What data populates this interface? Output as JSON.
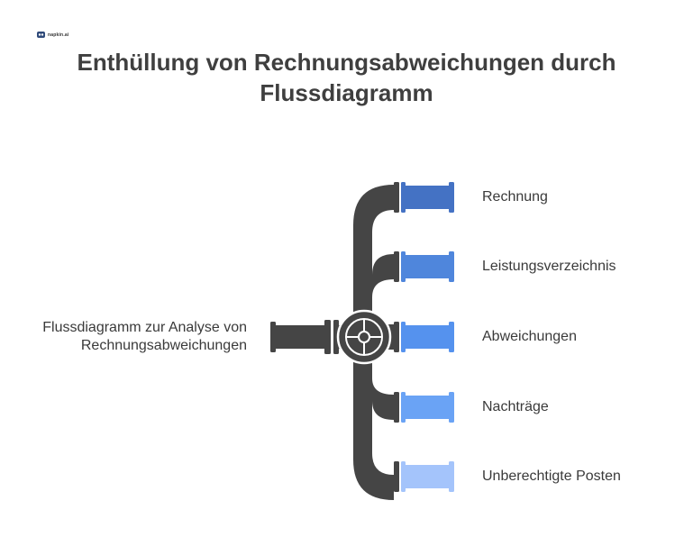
{
  "logo": {
    "text": "napkin.ai",
    "icon": "napkin-logo-icon"
  },
  "title": {
    "line1": "Enthüllung von Rechnungsabweichungen durch",
    "line2": "Flussdiagramm"
  },
  "input": {
    "line1": "Flussdiagramm zur Analyse von",
    "line2": "Rechnungsabweichungen"
  },
  "outputs": [
    {
      "label": "Rechnung",
      "color": "#4472c4"
    },
    {
      "label": "Leistungsverzeichnis",
      "color": "#4f86dc"
    },
    {
      "label": "Abweichungen",
      "color": "#5592ee"
    },
    {
      "label": "Nachträge",
      "color": "#6aa3f5"
    },
    {
      "label": "Unberechtigte Posten",
      "color": "#a4c4fb"
    }
  ],
  "colors": {
    "pipe": "#454545",
    "text": "#3a3a3a"
  }
}
